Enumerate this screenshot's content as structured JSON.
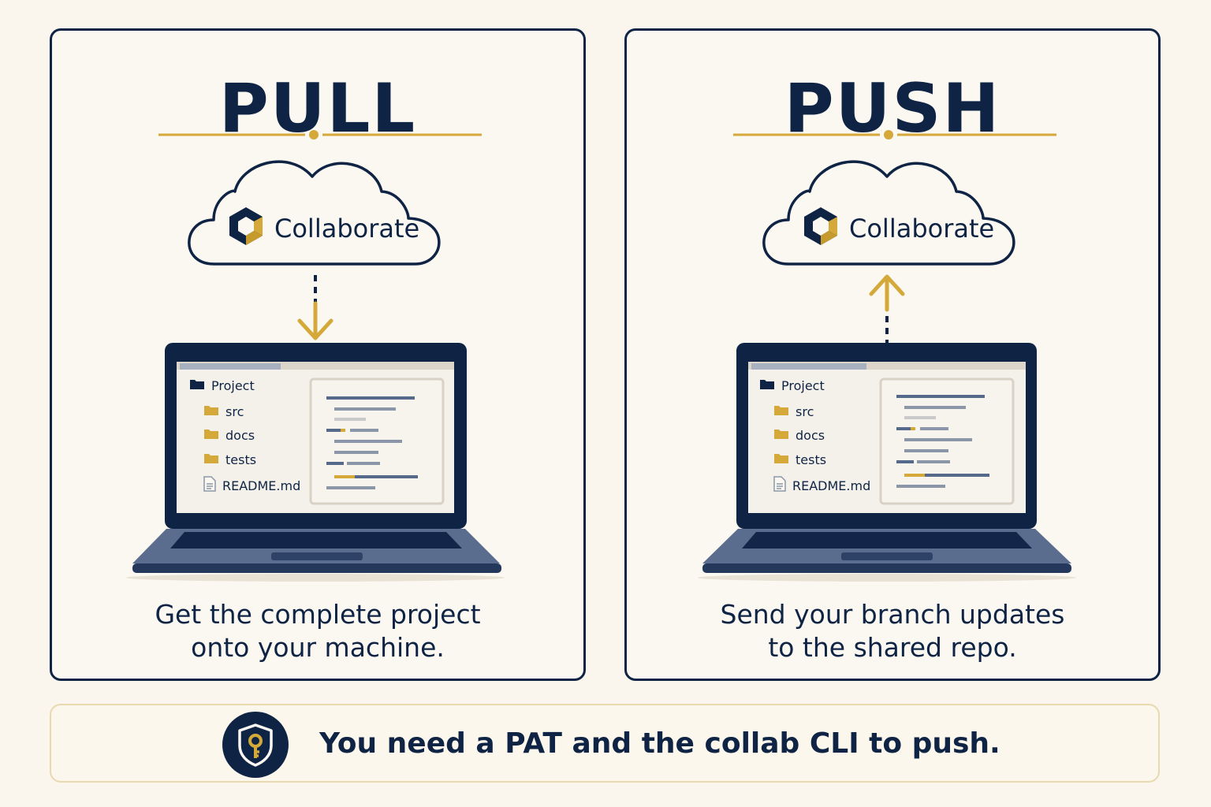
{
  "pull": {
    "title": "PULL",
    "service": "Collaborate",
    "direction": "down",
    "tree": [
      {
        "icon": "folder-dark-icon",
        "label": "Project"
      },
      {
        "icon": "folder-icon",
        "label": "src"
      },
      {
        "icon": "folder-icon",
        "label": "docs"
      },
      {
        "icon": "folder-icon",
        "label": "tests"
      },
      {
        "icon": "file-icon",
        "label": "README.md"
      }
    ],
    "caption_line1": "Get the complete project",
    "caption_line2": "onto your machine."
  },
  "push": {
    "title": "PUSH",
    "service": "Collaborate",
    "direction": "up",
    "tree": [
      {
        "icon": "folder-dark-icon",
        "label": "Project"
      },
      {
        "icon": "folder-icon",
        "label": "src"
      },
      {
        "icon": "folder-icon",
        "label": "docs"
      },
      {
        "icon": "folder-icon",
        "label": "tests"
      },
      {
        "icon": "file-icon",
        "label": "README.md"
      }
    ],
    "caption_line1": "Send your branch updates",
    "caption_line2": "to the shared repo."
  },
  "footer": {
    "icon": "shield-key-icon",
    "text": "You need a PAT and the collab CLI to push."
  },
  "colors": {
    "navy": "#0f2444",
    "gold": "#d4a93a",
    "background": "#faf6ee",
    "slate": "#55698a"
  }
}
